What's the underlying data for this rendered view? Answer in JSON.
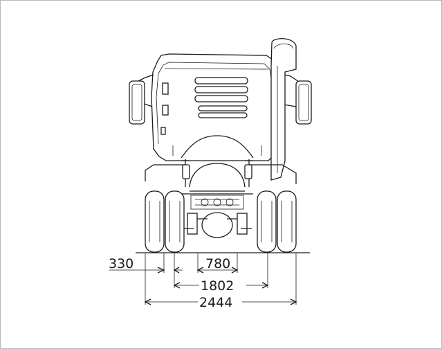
{
  "dimensions": {
    "overhang": "330",
    "tire_gap": "780",
    "track_width": "1802",
    "overall_width": "2444"
  },
  "colors": {
    "line": "#1a1a1a",
    "background": "#ffffff",
    "frame": "#b9b9b9"
  }
}
